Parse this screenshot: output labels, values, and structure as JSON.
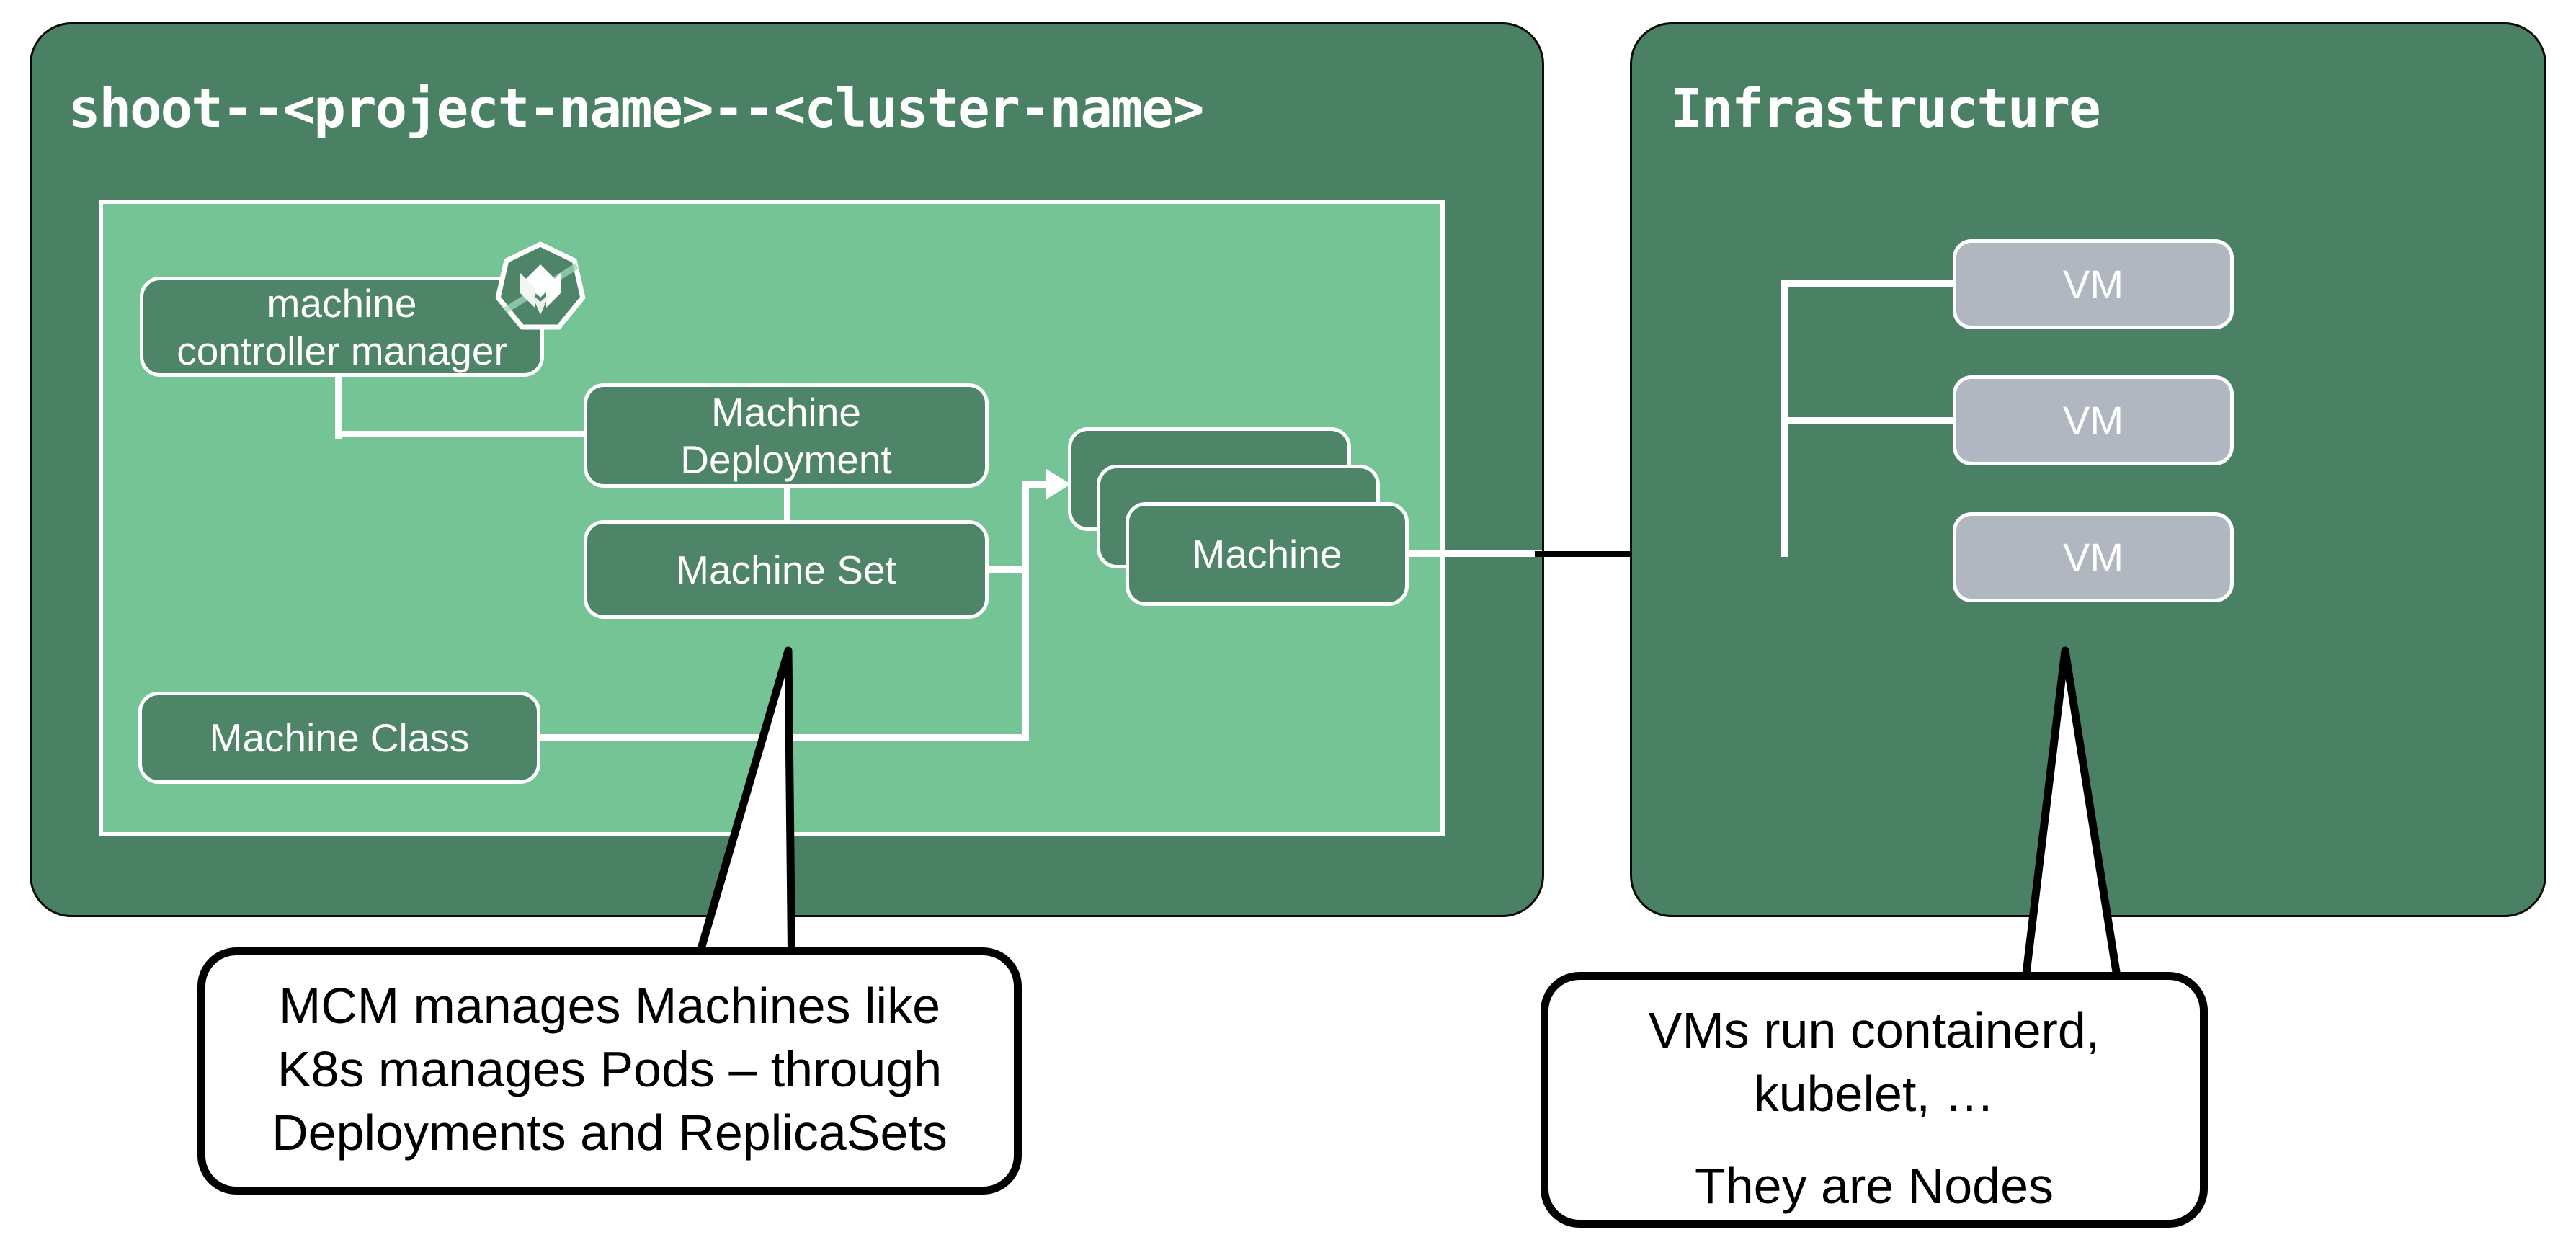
{
  "palette": {
    "panel_green": "#4A8064",
    "box_green": "#4E8468",
    "inner_light_green": "#75C496",
    "vm_gray": "#B1B7C1",
    "line_white": "#FFFFFF",
    "line_black": "#000000",
    "text_white": "#FFFFFF",
    "text_black": "#000000"
  },
  "left_panel": {
    "title": "shoot--<project-name>--<cluster-name>",
    "mcm": {
      "line1": "machine",
      "line2": "controller manager"
    },
    "machine_deployment": {
      "line1": "Machine",
      "line2": "Deployment"
    },
    "machine_set": {
      "label": "Machine Set"
    },
    "machine_class": {
      "label": "Machine Class"
    },
    "machine_stack": {
      "label": "Machine"
    }
  },
  "right_panel": {
    "title": "Infrastructure",
    "vms": [
      {
        "label": "VM"
      },
      {
        "label": "VM"
      },
      {
        "label": "VM"
      }
    ]
  },
  "callouts": {
    "left": {
      "lines": [
        "MCM manages Machines like",
        "K8s manages Pods – through",
        "Deployments and ReplicaSets"
      ]
    },
    "right": {
      "lines": [
        "VMs run containerd,",
        "kubelet, …"
      ],
      "footer": "They are Nodes"
    }
  },
  "icons": {
    "gardener": "gardener-logo"
  }
}
